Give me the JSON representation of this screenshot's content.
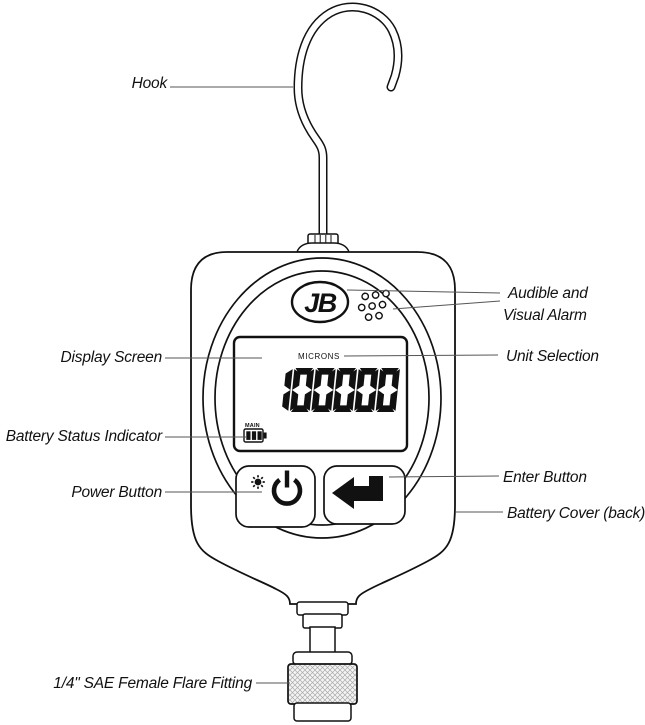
{
  "title": "JB digital vacuum gauge parts diagram",
  "labels": {
    "hook": "Hook",
    "display_screen": "Display Screen",
    "battery_status": "Battery Status Indicator",
    "power_button": "Power Button",
    "flare_fitting": "1/4\" SAE Female Flare Fitting",
    "alarm_line1": "Audible and",
    "alarm_line2": "Visual Alarm",
    "unit_selection": "Unit Selection",
    "enter_button": "Enter Button",
    "battery_cover": "Battery Cover (back)"
  },
  "device": {
    "brand": "JB",
    "display": {
      "unit": "MICRONS",
      "value": "100000",
      "battery_label": "MAIN",
      "battery_bars": 3
    },
    "icons": [
      "backlight-icon",
      "power-icon",
      "enter-icon",
      "speaker-holes-icon",
      "battery-icon"
    ]
  },
  "colors": {
    "line": "#111111",
    "leader": "#555555",
    "background": "#ffffff",
    "knurl": "#aaaaaa"
  }
}
